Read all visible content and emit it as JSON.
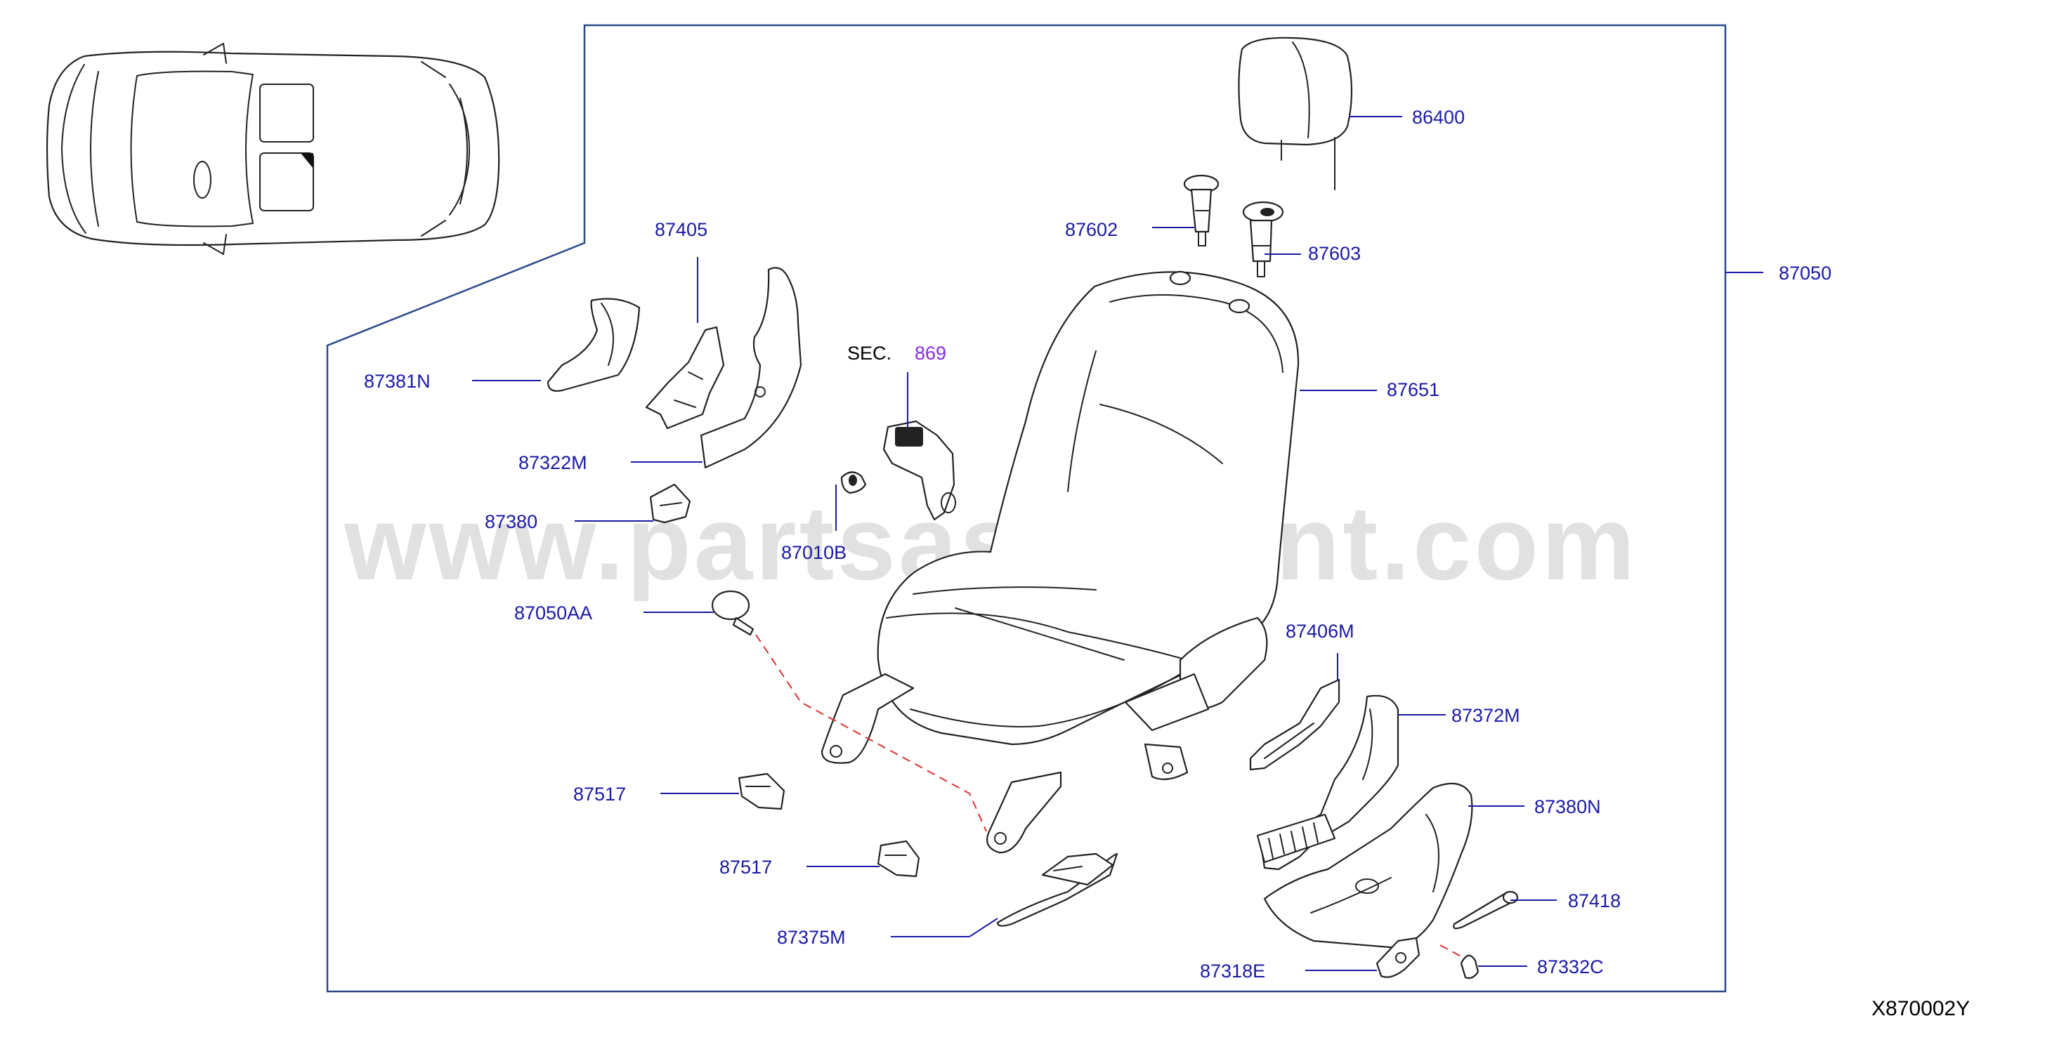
{
  "diagram_id": "X870002Y",
  "watermark": "www.partsassistant.com",
  "section_ref": {
    "prefix": "SEC.",
    "number": "869"
  },
  "labels": {
    "p86400": "86400",
    "p87602": "87602",
    "p87603": "87603",
    "p87050": "87050",
    "p87405": "87405",
    "p87381N": "87381N",
    "p87322M": "87322M",
    "p87380": "87380",
    "p87010B": "87010B",
    "p87050AA": "87050AA",
    "p87651": "87651",
    "p87406M": "87406M",
    "p87372M": "87372M",
    "p87380N": "87380N",
    "p87517a": "87517",
    "p87517b": "87517",
    "p87375M": "87375M",
    "p87418": "87418",
    "p87318E": "87318E",
    "p87332C": "87332C"
  }
}
